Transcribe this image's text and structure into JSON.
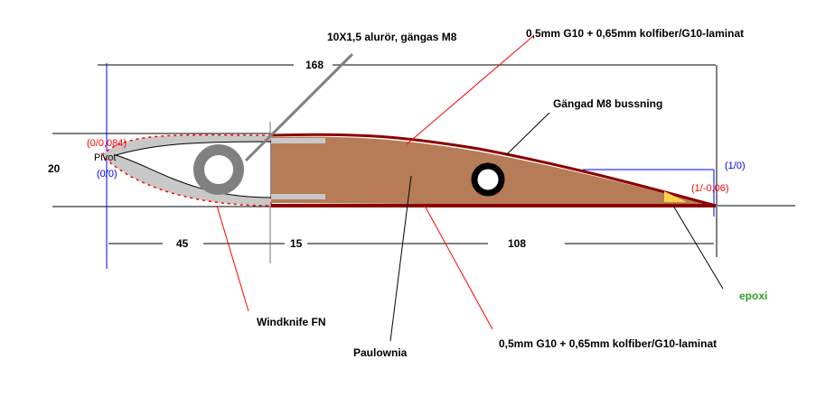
{
  "labels": {
    "tube": "10X1,5 alurör, gängas M8",
    "laminate_top": "0,5mm G10 + 0,65mm kolfiber/G10-laminat",
    "bushing": "Gängad M8 bussning",
    "windknife": "Windknife FN",
    "paulownia": "Paulownia",
    "laminate_bottom": "0,5mm G10 + 0,65mm kolfiber/G10-laminat",
    "epoxi": "epoxi",
    "pivot": "Pivot"
  },
  "dimensions": {
    "total": "168",
    "height": "20",
    "nose": "45",
    "mid": "15",
    "tail": "108"
  },
  "coords": {
    "top_nose": "(0/0,084)",
    "origin": "(0/0)",
    "tail_ref": "(1/0)",
    "tail_tip": "(1/-0,06)"
  },
  "colors": {
    "wood": "#b67c57",
    "skin": "#8b0000",
    "shell": "#c8c8c8",
    "blue": "#0000ff",
    "red": "#ff0000",
    "green": "#2ca02c"
  }
}
